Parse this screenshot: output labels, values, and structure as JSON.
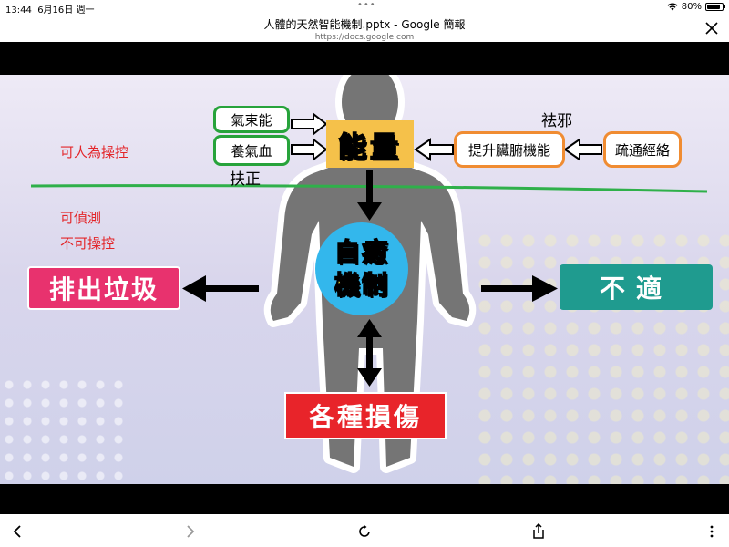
{
  "status": {
    "time": "13:44",
    "date": "6月16日 週一",
    "battery": "80%",
    "battery_level": 0.8
  },
  "header": {
    "title": "人體的天然智能機制.pptx - Google 簡報",
    "url": "https://docs.google.com"
  },
  "slide": {
    "green_box_1": "氣束能",
    "green_box_2": "養氣血",
    "energy": "能量",
    "label_fuzheng": "扶正",
    "label_quxie": "祛邪",
    "orange_box_1": "提升臟腑機能",
    "orange_box_2": "疏通經絡",
    "red_label_1": "可人為操控",
    "red_label_2": "可偵測",
    "red_label_3": "不可操控",
    "heal_line_1": "自癒",
    "heal_line_2": "機制",
    "left_box": "排出垃圾",
    "right_box": "不適",
    "bottom_box": "各種損傷"
  },
  "colors": {
    "green": "#27a33b",
    "orange": "#f08c32",
    "red_text": "#e3262a",
    "pink": "#e8326e",
    "teal": "#1f9b8f",
    "red_box": "#e8242a",
    "blue_circle": "#33b7ec",
    "energy_bg": "#f5c14a"
  },
  "toolbar": {
    "icons": [
      "back-icon",
      "forward-icon",
      "reload-icon",
      "share-icon",
      "more-icon"
    ]
  }
}
